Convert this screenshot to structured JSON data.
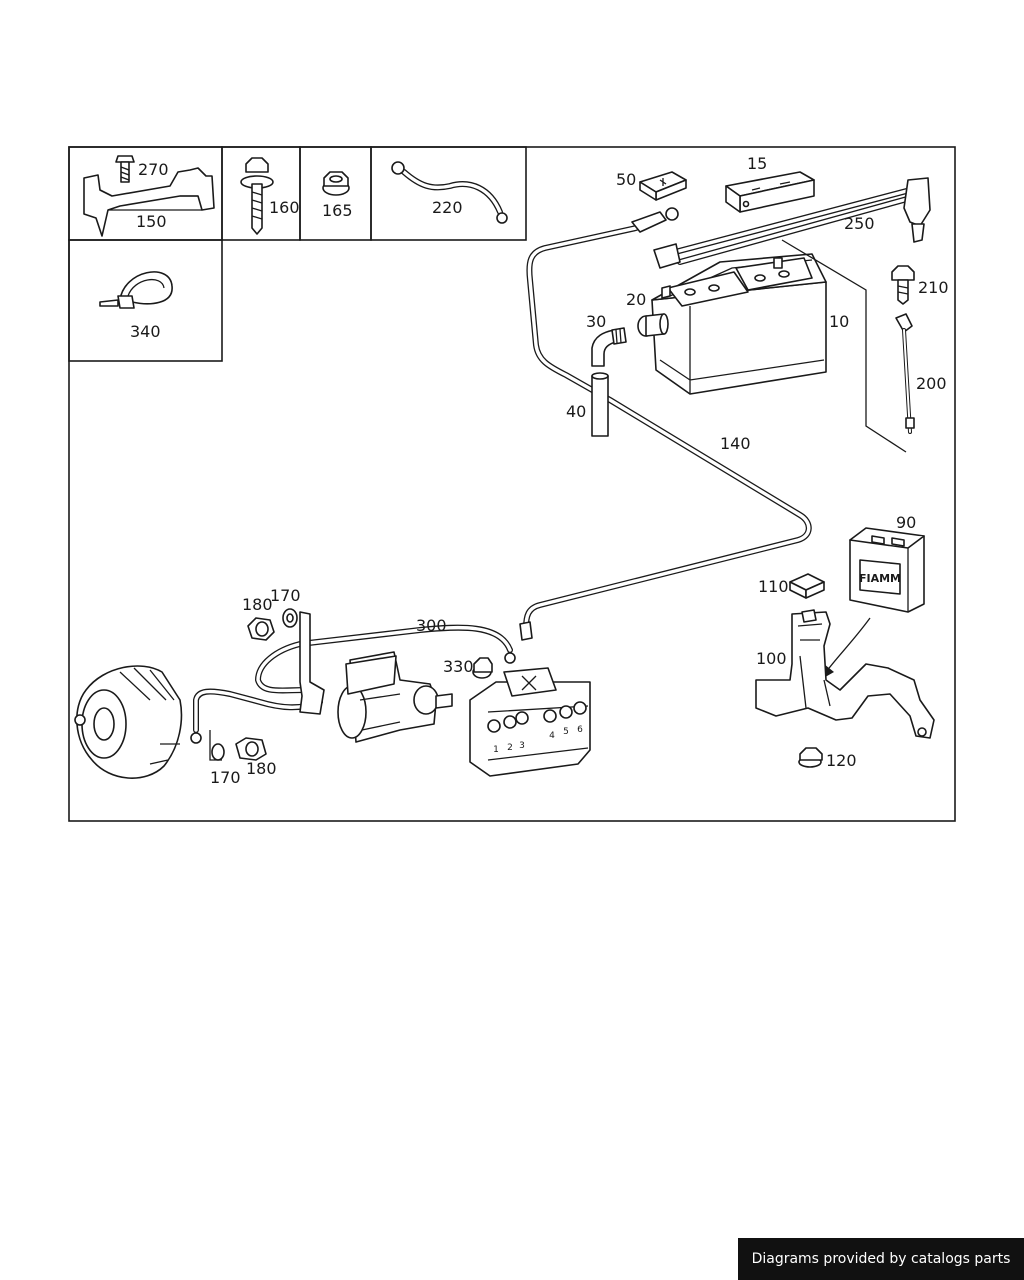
{
  "diagram": {
    "labels": {
      "p10": "10",
      "p15": "15",
      "p20": "20",
      "p30": "30",
      "p40": "40",
      "p50": "50",
      "p90": "90",
      "p100": "100",
      "p110": "110",
      "p120": "120",
      "p140": "140",
      "p150": "150",
      "p160": "160",
      "p165": "165",
      "p170a": "170",
      "p170b": "170",
      "p180a": "180",
      "p180b": "180",
      "p200": "200",
      "p210": "210",
      "p220": "220",
      "p250": "250",
      "p270": "270",
      "p300": "300",
      "p330": "330",
      "p340": "340"
    },
    "relay_pins": [
      "1",
      "2",
      "3",
      "4",
      "5",
      "6"
    ],
    "battery_brand": "FIAMM"
  },
  "footer": {
    "credit": "Diagrams provided by catalogs parts"
  }
}
